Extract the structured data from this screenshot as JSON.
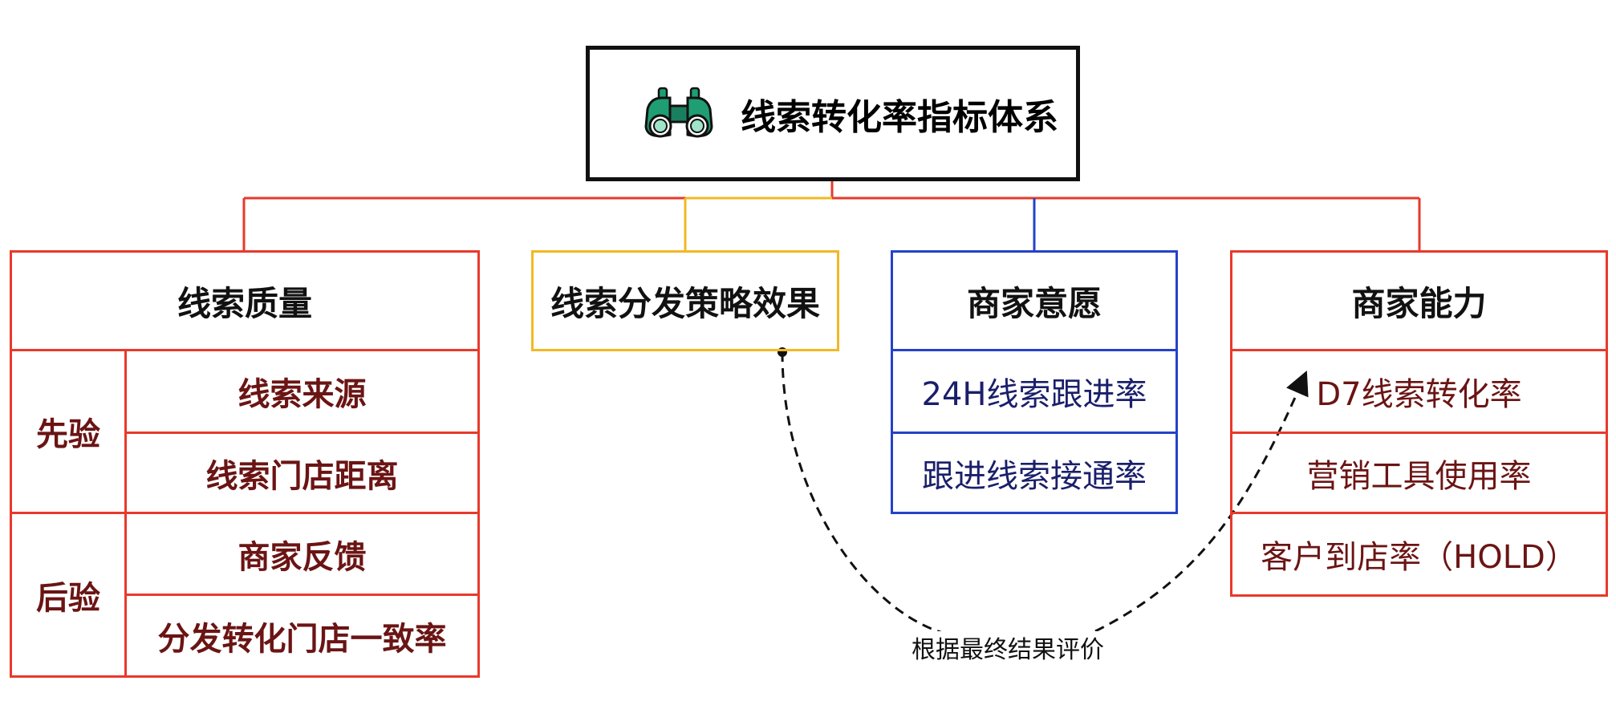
{
  "root": {
    "title": "线索转化率指标体系",
    "icon": "binoculars-icon"
  },
  "columns": [
    {
      "title": "线索质量",
      "color": "#e8392b",
      "groups": [
        {
          "label": "先验",
          "items": [
            "线索来源",
            "线索门店距离"
          ]
        },
        {
          "label": "后验",
          "items": [
            "商家反馈",
            "分发转化门店一致率"
          ]
        }
      ]
    },
    {
      "title": "线索分发策略效果",
      "color": "#f2b824",
      "items": []
    },
    {
      "title": "商家意愿",
      "color": "#2442c9",
      "items": [
        "24H线索跟进率",
        "跟进线索接通率"
      ]
    },
    {
      "title": "商家能力",
      "color": "#e8392b",
      "items": [
        "D7线索转化率",
        "营销工具使用率",
        "客户到店率（HOLD）"
      ]
    }
  ],
  "annotation": "根据最终结果评价",
  "colors": {
    "red": "#e8392b",
    "yellow": "#f2b824",
    "blue": "#2442c9",
    "dark_red_text": "#6b1414",
    "navy_text": "#1a1f6b",
    "icon_green": "#1f9e74"
  }
}
